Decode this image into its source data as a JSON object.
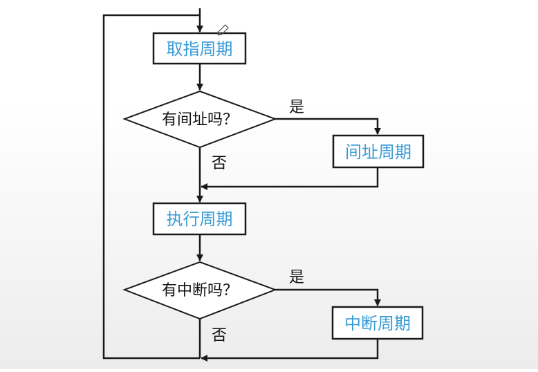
{
  "flowchart": {
    "fetch_cycle": "取指周期",
    "indirect_question": "有间址吗？",
    "indirect_cycle": "间址周期",
    "execute_cycle": "执行周期",
    "interrupt_question": "有中断吗？",
    "interrupt_cycle": "中断周期",
    "yes_label_1": "是",
    "no_label_1": "否",
    "yes_label_2": "是",
    "no_label_2": "否"
  }
}
